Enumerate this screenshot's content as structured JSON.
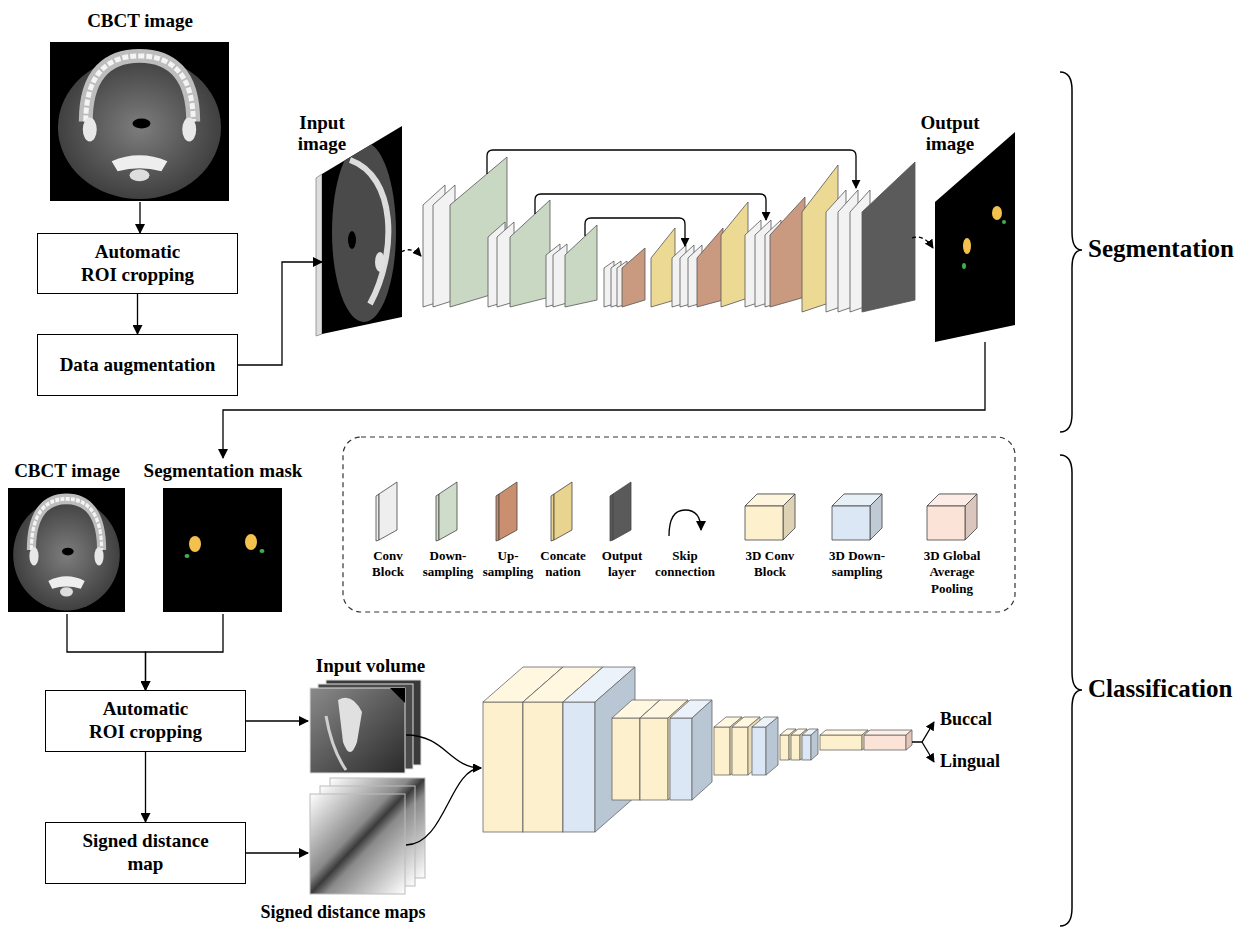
{
  "diagram": {
    "nodes": [
      {
        "text": [
          "CBCT image"
        ]
      },
      {
        "text": [
          "Automatic ROI cropping"
        ]
      },
      {
        "text": [
          "Data augmentation"
        ]
      },
      {
        "text": [
          "Input image"
        ]
      },
      {
        "text": [
          "Output image"
        ]
      },
      {
        "text": [
          "CBCT image"
        ]
      },
      {
        "text": [
          "Segmentation mask"
        ]
      },
      {
        "text": [
          "Automatic ROI cropping"
        ]
      },
      {
        "text": [
          "Input volume"
        ]
      },
      {
        "text": [
          "Signed distance map"
        ]
      },
      {
        "text": [
          "Signed distance maps"
        ]
      }
    ],
    "edges": [
      {
        "from": 0,
        "to": 1,
        "arrow": "to"
      },
      {
        "from": 1,
        "to": 2,
        "arrow": "to"
      },
      {
        "from": 2,
        "to": 3,
        "arrow": "to"
      },
      {
        "from": 4,
        "to": 6,
        "arrow": "to"
      },
      {
        "from": 5,
        "to": 7,
        "arrow": "to"
      },
      {
        "from": 6,
        "to": 7,
        "arrow": "to"
      },
      {
        "from": 7,
        "to": 8,
        "arrow": "to"
      },
      {
        "from": 7,
        "to": 9,
        "arrow": "to"
      },
      {
        "from": 9,
        "to": 10,
        "arrow": "to"
      }
    ],
    "labels": [
      "Segmentation",
      "Classification",
      "Buccal",
      "Lingual"
    ],
    "legend": [
      {
        "text": "Conv Block",
        "color": "#eeeeee"
      },
      {
        "text": "Down- sampling",
        "color": "#cfdcc9"
      },
      {
        "text": "Up- sampling",
        "color": "#c98f6f"
      },
      {
        "text": "Concate nation",
        "color": "#e8d48f"
      },
      {
        "text": "Output layer",
        "color": "#5a5a5a"
      },
      {
        "text": "Skip connection"
      },
      {
        "text": "3D Conv Block",
        "color": "#fdf1cd"
      },
      {
        "text": "3D Down- sampling",
        "color": "#dbe7f4"
      },
      {
        "text": "3D Global Average Pooling",
        "color": "#fbe3d8"
      }
    ]
  }
}
